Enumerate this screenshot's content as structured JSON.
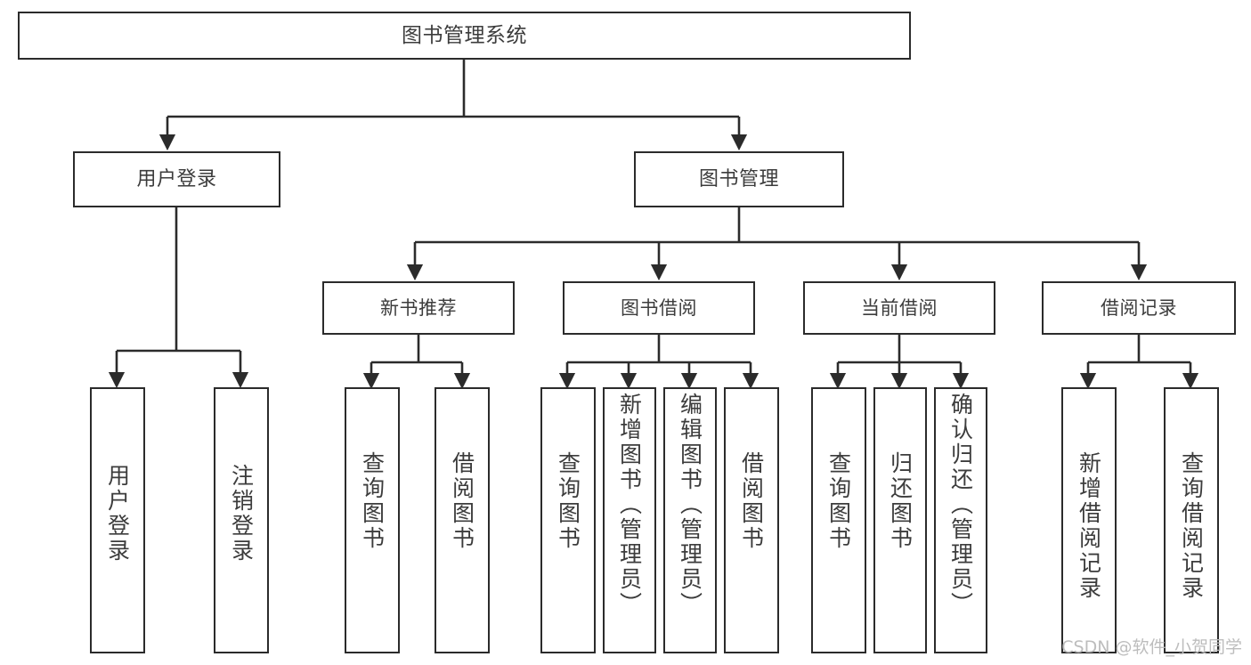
{
  "diagram": {
    "type": "tree-hierarchy-chart",
    "title": "图书管理系统",
    "watermark": "CSDN @软件_小贺同学",
    "colors": {
      "border": "#2b2b2b",
      "text": "#3c3c3c",
      "background": "#ffffff",
      "watermark": "#bdbdbd"
    },
    "nodes": {
      "root": {
        "label": "图书管理系统"
      },
      "level2": [
        {
          "label": "用户登录"
        },
        {
          "label": "图书管理"
        }
      ],
      "level3": [
        {
          "label": "新书推荐"
        },
        {
          "label": "图书借阅"
        },
        {
          "label": "当前借阅"
        },
        {
          "label": "借阅记录"
        }
      ],
      "leaves": {
        "user_login": [
          {
            "label": "用户登录"
          },
          {
            "label": "注销登录"
          }
        ],
        "new_book_recommend": [
          {
            "label": "查询图书"
          },
          {
            "label": "借阅图书"
          }
        ],
        "book_borrow": [
          {
            "label": "查询图书"
          },
          {
            "label": "新增图书（管理员）"
          },
          {
            "label": "编辑图书（管理员）"
          },
          {
            "label": "借阅图书"
          }
        ],
        "current_borrow": [
          {
            "label": "查询图书"
          },
          {
            "label": "归还图书"
          },
          {
            "label": "确认归还（管理员）"
          }
        ],
        "borrow_record": [
          {
            "label": "新增借阅记录"
          },
          {
            "label": "查询借阅记录"
          }
        ]
      }
    }
  }
}
